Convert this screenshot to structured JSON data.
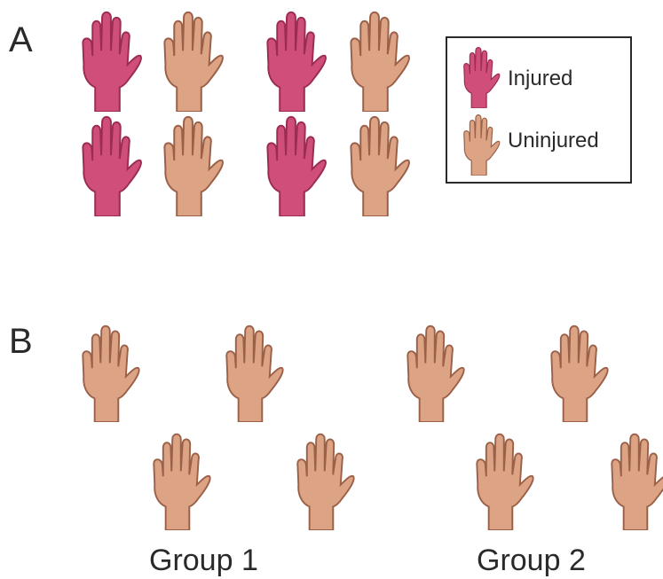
{
  "panel_a": {
    "label": "A",
    "grid": [
      [
        "injured",
        "uninjured",
        "injured",
        "uninjured"
      ],
      [
        "injured",
        "uninjured",
        "injured",
        "uninjured"
      ]
    ],
    "legend": [
      {
        "status": "injured",
        "label": "Injured"
      },
      {
        "status": "uninjured",
        "label": "Uninjured"
      }
    ]
  },
  "panel_b": {
    "label": "B",
    "groups": [
      {
        "label": "Group 1",
        "hands": [
          "uninjured",
          "uninjured",
          "uninjured",
          "uninjured"
        ]
      },
      {
        "label": "Group 2",
        "hands": [
          "uninjured",
          "uninjured",
          "uninjured",
          "uninjured"
        ]
      }
    ]
  },
  "colors": {
    "injured_fill": "#cf4f7a",
    "injured_stroke": "#9a2d50",
    "injured_arm": "#e8a5bd",
    "uninjured_fill": "#dca385",
    "uninjured_stroke": "#9a6048",
    "uninjured_arm": "#efcdb9"
  }
}
